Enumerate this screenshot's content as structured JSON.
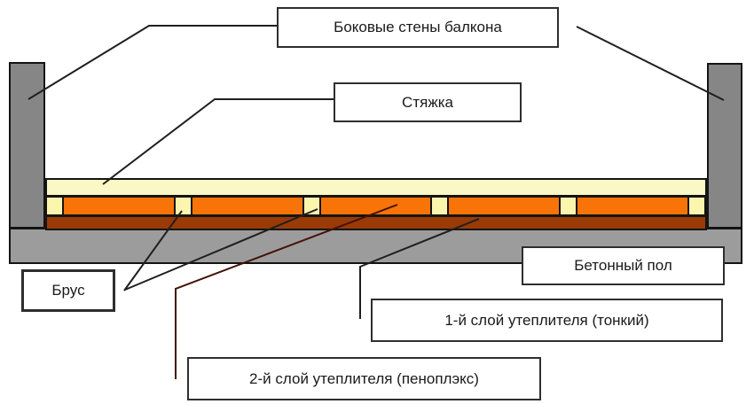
{
  "diagram": {
    "type": "construction-cross-section",
    "subject": "balcony floor insulation scheme"
  },
  "labels": {
    "side_walls": "Боковые стены балкона",
    "screed": "Стяжка",
    "beam": "Брус",
    "concrete_floor": "Бетонный пол",
    "insulation_layer_1": "1-й слой утеплителя (тонкий)",
    "insulation_layer_2": "2-й слой утеплителя (пеноплэкс)"
  },
  "colors": {
    "background": "#ffffff",
    "wall_gray": "#868686",
    "slab_gray": "#9c9c9c",
    "screed_yellow": "#faf8c6",
    "beam_yellow": "#fcf5ae",
    "insulation_orange": "#f97408",
    "insulation_brown": "#9a3a04",
    "outline": "#141414",
    "leader_line": "#1f1f1f",
    "leader_line_dark_red": "#441209",
    "label_border": "#2e2e2e",
    "label_bg": "#ffffff",
    "text": "#1a1a1a"
  }
}
